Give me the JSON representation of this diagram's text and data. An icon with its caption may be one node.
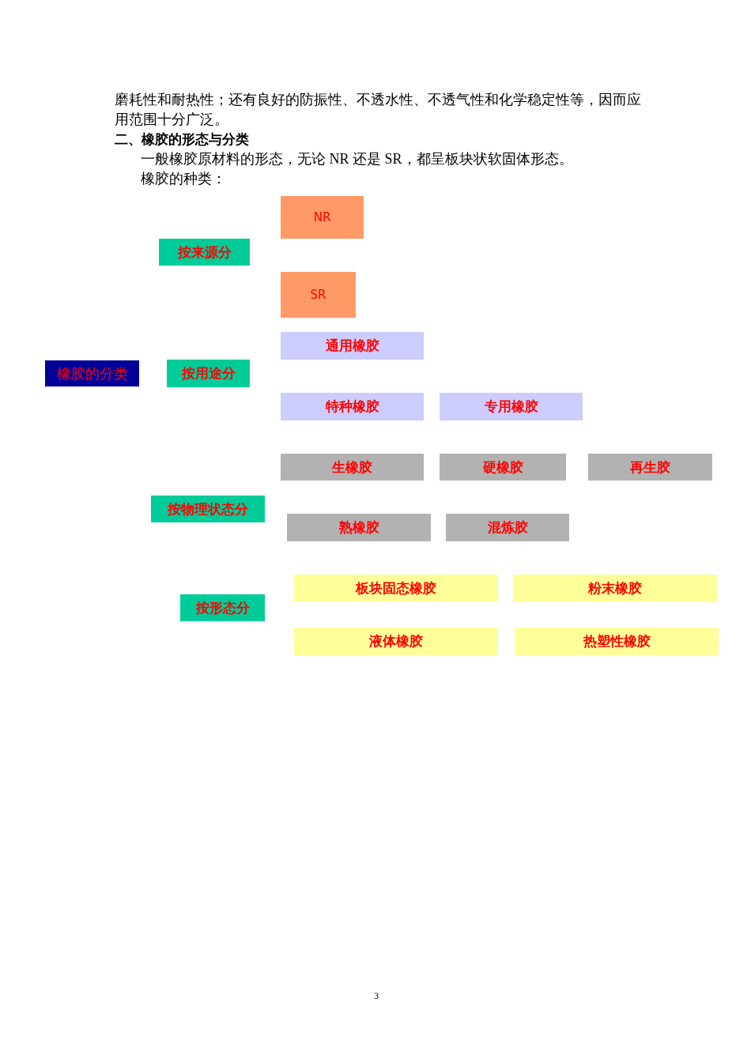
{
  "diagram": {
    "nodes": [
      {
        "text": [
          "NR"
        ]
      },
      {
        "text": [
          "按来源分"
        ]
      },
      {
        "text": [
          "SR"
        ]
      },
      {
        "text": [
          "通用橡胶"
        ]
      },
      {
        "text": [
          "橡胶的分类"
        ]
      },
      {
        "text": [
          "按用途分"
        ]
      },
      {
        "text": [
          "特种橡胶"
        ]
      },
      {
        "text": [
          "专用橡胶"
        ]
      },
      {
        "text": [
          "生橡胶"
        ]
      },
      {
        "text": [
          "硬橡胶"
        ]
      },
      {
        "text": [
          "再生胶"
        ]
      },
      {
        "text": [
          "按物理状态分"
        ]
      },
      {
        "text": [
          "熟橡胶"
        ]
      },
      {
        "text": [
          "混炼胶"
        ]
      },
      {
        "text": [
          "板块固态橡胶"
        ]
      },
      {
        "text": [
          "粉末橡胶"
        ]
      },
      {
        "text": [
          "按形态分"
        ]
      },
      {
        "text": [
          "液体橡胶"
        ]
      },
      {
        "text": [
          "热塑性橡胶"
        ]
      }
    ],
    "labels": [
      "磨耗性和耐热性；还有良好的防振性、不透水性、不透气性和化学稳定性等，因而应用范围十分广泛。",
      "二、橡胶的形态与分类",
      "一般橡胶原材料的形态，无论 NR 还是 SR，都呈板块状软固体形态。",
      "橡胶的种类：",
      "3"
    ]
  }
}
